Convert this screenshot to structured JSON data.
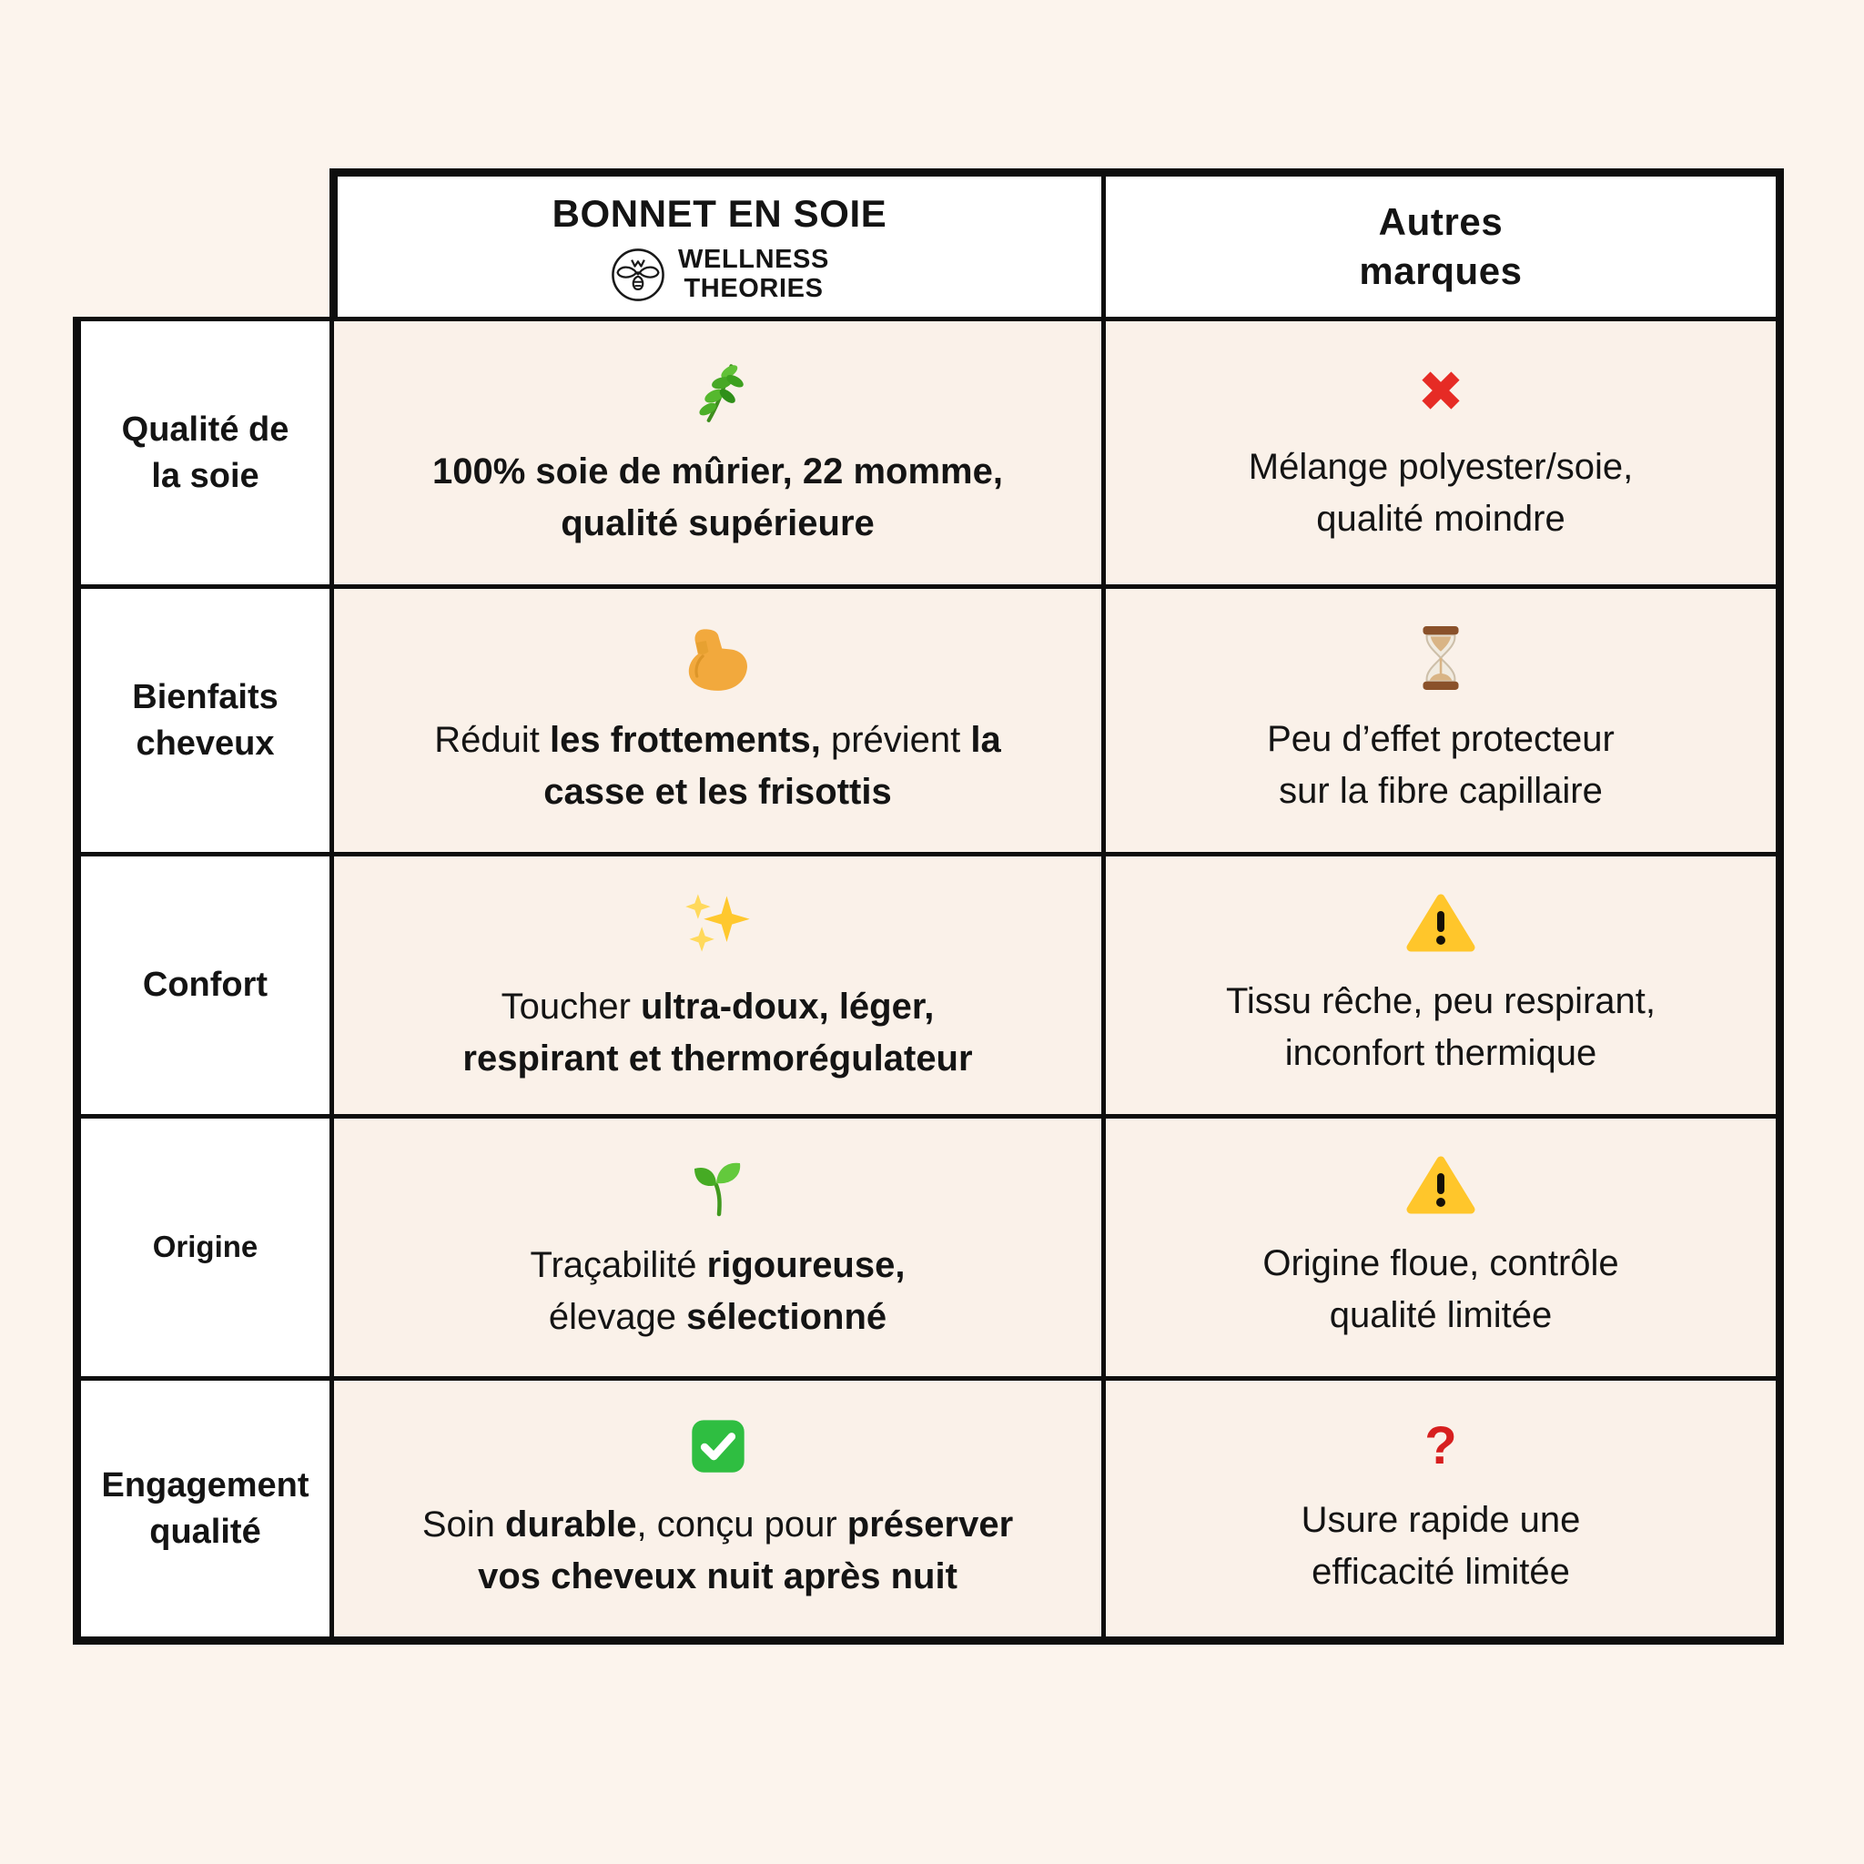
{
  "page": {
    "background": "#FCF4ED",
    "cell_background": "#FAF1E9",
    "border_color": "#0E0E0E",
    "text_color": "#141414",
    "red_accent": "#D71F1F"
  },
  "table": {
    "header": {
      "product_column": {
        "title": "BONNET EN SOIE",
        "logo_icon": "bee-logo",
        "brand_line1": "WELLNESS",
        "brand_line2": "THEORIES"
      },
      "others_column": {
        "title": "Autres\nmarques"
      }
    },
    "rows": [
      {
        "label": "Qualité de\nla soie",
        "product": {
          "icon": "herb",
          "segments": [
            {
              "t": "100% soie de mûrier, 22 momme,\nqualité supérieure",
              "b": true
            }
          ]
        },
        "others": {
          "icon": "cross-mark",
          "segments": [
            {
              "t": "Mélange polyester/soie,\nqualité moindre"
            }
          ]
        }
      },
      {
        "label": "Bienfaits\ncheveux",
        "product": {
          "icon": "flexed-biceps",
          "segments": [
            {
              "t": "Réduit "
            },
            {
              "t": "les frottements,",
              "b": true
            },
            {
              "t": " prévient "
            },
            {
              "t": "la\ncasse et les frisottis",
              "b": true
            }
          ]
        },
        "others": {
          "icon": "hourglass",
          "segments": [
            {
              "t": "Peu d’effet protecteur\nsur la fibre capillaire"
            }
          ]
        }
      },
      {
        "label": "Confort",
        "product": {
          "icon": "sparkles",
          "segments": [
            {
              "t": "Toucher "
            },
            {
              "t": "ultra-doux, léger,\nrespirant et thermorégulateur",
              "b": true
            }
          ]
        },
        "others": {
          "icon": "warning",
          "segments": [
            {
              "t": "Tissu rêche, peu respirant,\ninconfort thermique"
            }
          ]
        }
      },
      {
        "label": "Origine",
        "product": {
          "icon": "seedling",
          "segments": [
            {
              "t": "Traçabilité "
            },
            {
              "t": "rigoureuse,",
              "b": true
            },
            {
              "t": "\nélevage "
            },
            {
              "t": "sélectionné",
              "b": true
            }
          ]
        },
        "others": {
          "icon": "warning",
          "segments": [
            {
              "t": "Origine floue, contrôle\nqualité limitée"
            }
          ]
        }
      },
      {
        "label": "Engagement\nqualité",
        "product": {
          "icon": "check-mark-button",
          "segments": [
            {
              "t": "Soin "
            },
            {
              "t": "durable",
              "b": true
            },
            {
              "t": ", conçu pour "
            },
            {
              "t": "préserver\nvos cheveux nuit après nuit",
              "b": true
            }
          ]
        },
        "others": {
          "icon": "question-mark",
          "question_glyph": "?",
          "segments": [
            {
              "t": "Usure rapide une\nefficacité limitée"
            }
          ]
        }
      }
    ]
  }
}
